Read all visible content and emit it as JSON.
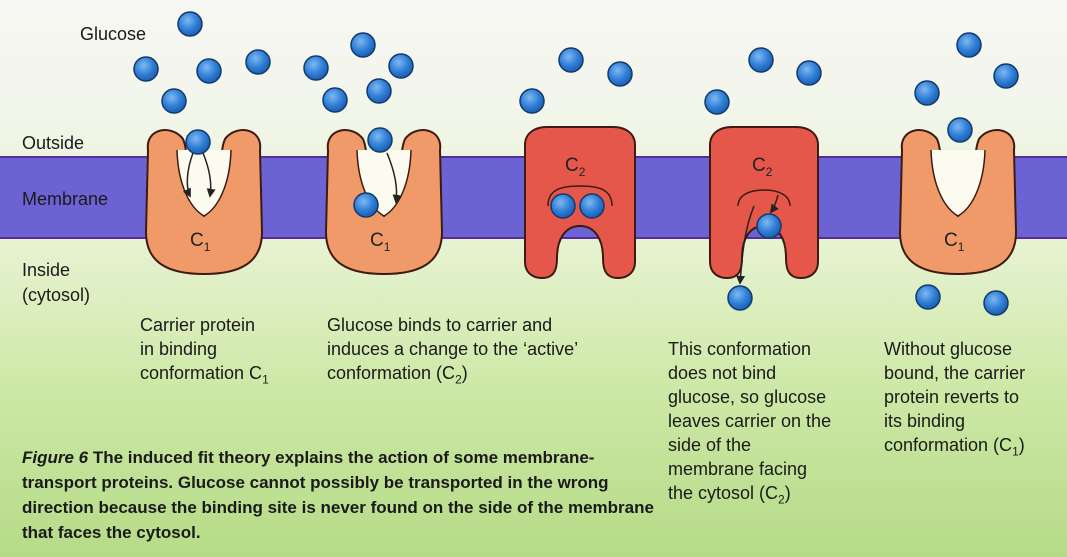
{
  "labels": {
    "glucose": "Glucose",
    "outside": "Outside",
    "membrane": "Membrane",
    "inside": "Inside",
    "inside_sub": "(cytosol)"
  },
  "carriers": [
    {
      "label_main": "C",
      "label_sub": "1"
    },
    {
      "label_main": "C",
      "label_sub": "1"
    },
    {
      "label_main": "C",
      "label_sub": "2"
    },
    {
      "label_main": "C",
      "label_sub": "2"
    },
    {
      "label_main": "C",
      "label_sub": "1"
    }
  ],
  "captions": [
    {
      "lines": [
        "Carrier protein",
        "in binding",
        "conformation C"
      ],
      "subscript": "1"
    },
    {
      "lines": [
        "Glucose binds to carrier  and",
        "induces a change to the ‘active’",
        "conformation (C"
      ],
      "subscript": "2",
      "tail": ")"
    },
    {
      "lines": [
        "This conformation",
        "does not bind",
        "glucose, so glucose",
        "leaves carrier on the",
        "side of the",
        "membrane facing",
        "the cytosol (C"
      ],
      "subscript": "2",
      "tail": ")"
    },
    {
      "lines": [
        "Without glucose",
        "bound, the carrier",
        "protein reverts to",
        "its binding",
        "conformation (C"
      ],
      "subscript": "1",
      "tail": ")"
    }
  ],
  "figure_caption": {
    "label": "Figure 6",
    "text": "The induced fit theory explains the action of some membrane-transport proteins. Glucose cannot possibly be transported in the wrong direction because the binding site is never found on the side of the membrane that faces the cytosol."
  },
  "colors": {
    "membrane": "#6b63d4",
    "carrier_c1": "#f09a6a",
    "carrier_c2": "#e4574a",
    "glucose": "#2f7fd6",
    "outline": "#3b1b12"
  }
}
